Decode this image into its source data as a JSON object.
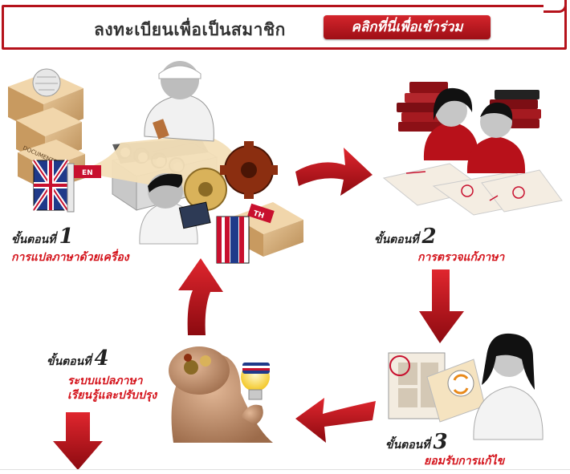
{
  "banner": {
    "title": "ลงทะเบียนเพื่อเป็นสมาชิก",
    "join_label": "คลิกที่นี่เพื่อเข้าร่วม"
  },
  "steps": [
    {
      "label": "ขั้นตอนที่",
      "number": "1",
      "desc": [
        "การแปลภาษาด้วยเครื่อง"
      ]
    },
    {
      "label": "ขั้นตอนที่",
      "number": "2",
      "desc": [
        "การตรวจแก้ภาษา"
      ]
    },
    {
      "label": "ขั้นตอนที่",
      "number": "3",
      "desc": [
        "ยอมรับการแก้ไข"
      ]
    },
    {
      "label": "ขั้นตอนที่",
      "number": "4",
      "desc": [
        "ระบบแปลภาษา",
        "เรียนรู้และปรับปรุง"
      ]
    }
  ],
  "illustration_text": {
    "box_label": "DOCUMENTS",
    "flag_en": "EN",
    "flag_th": "TH"
  },
  "colors": {
    "accent": "#b5121b",
    "arrow": "#c0141c",
    "desc": "#d4141c"
  }
}
